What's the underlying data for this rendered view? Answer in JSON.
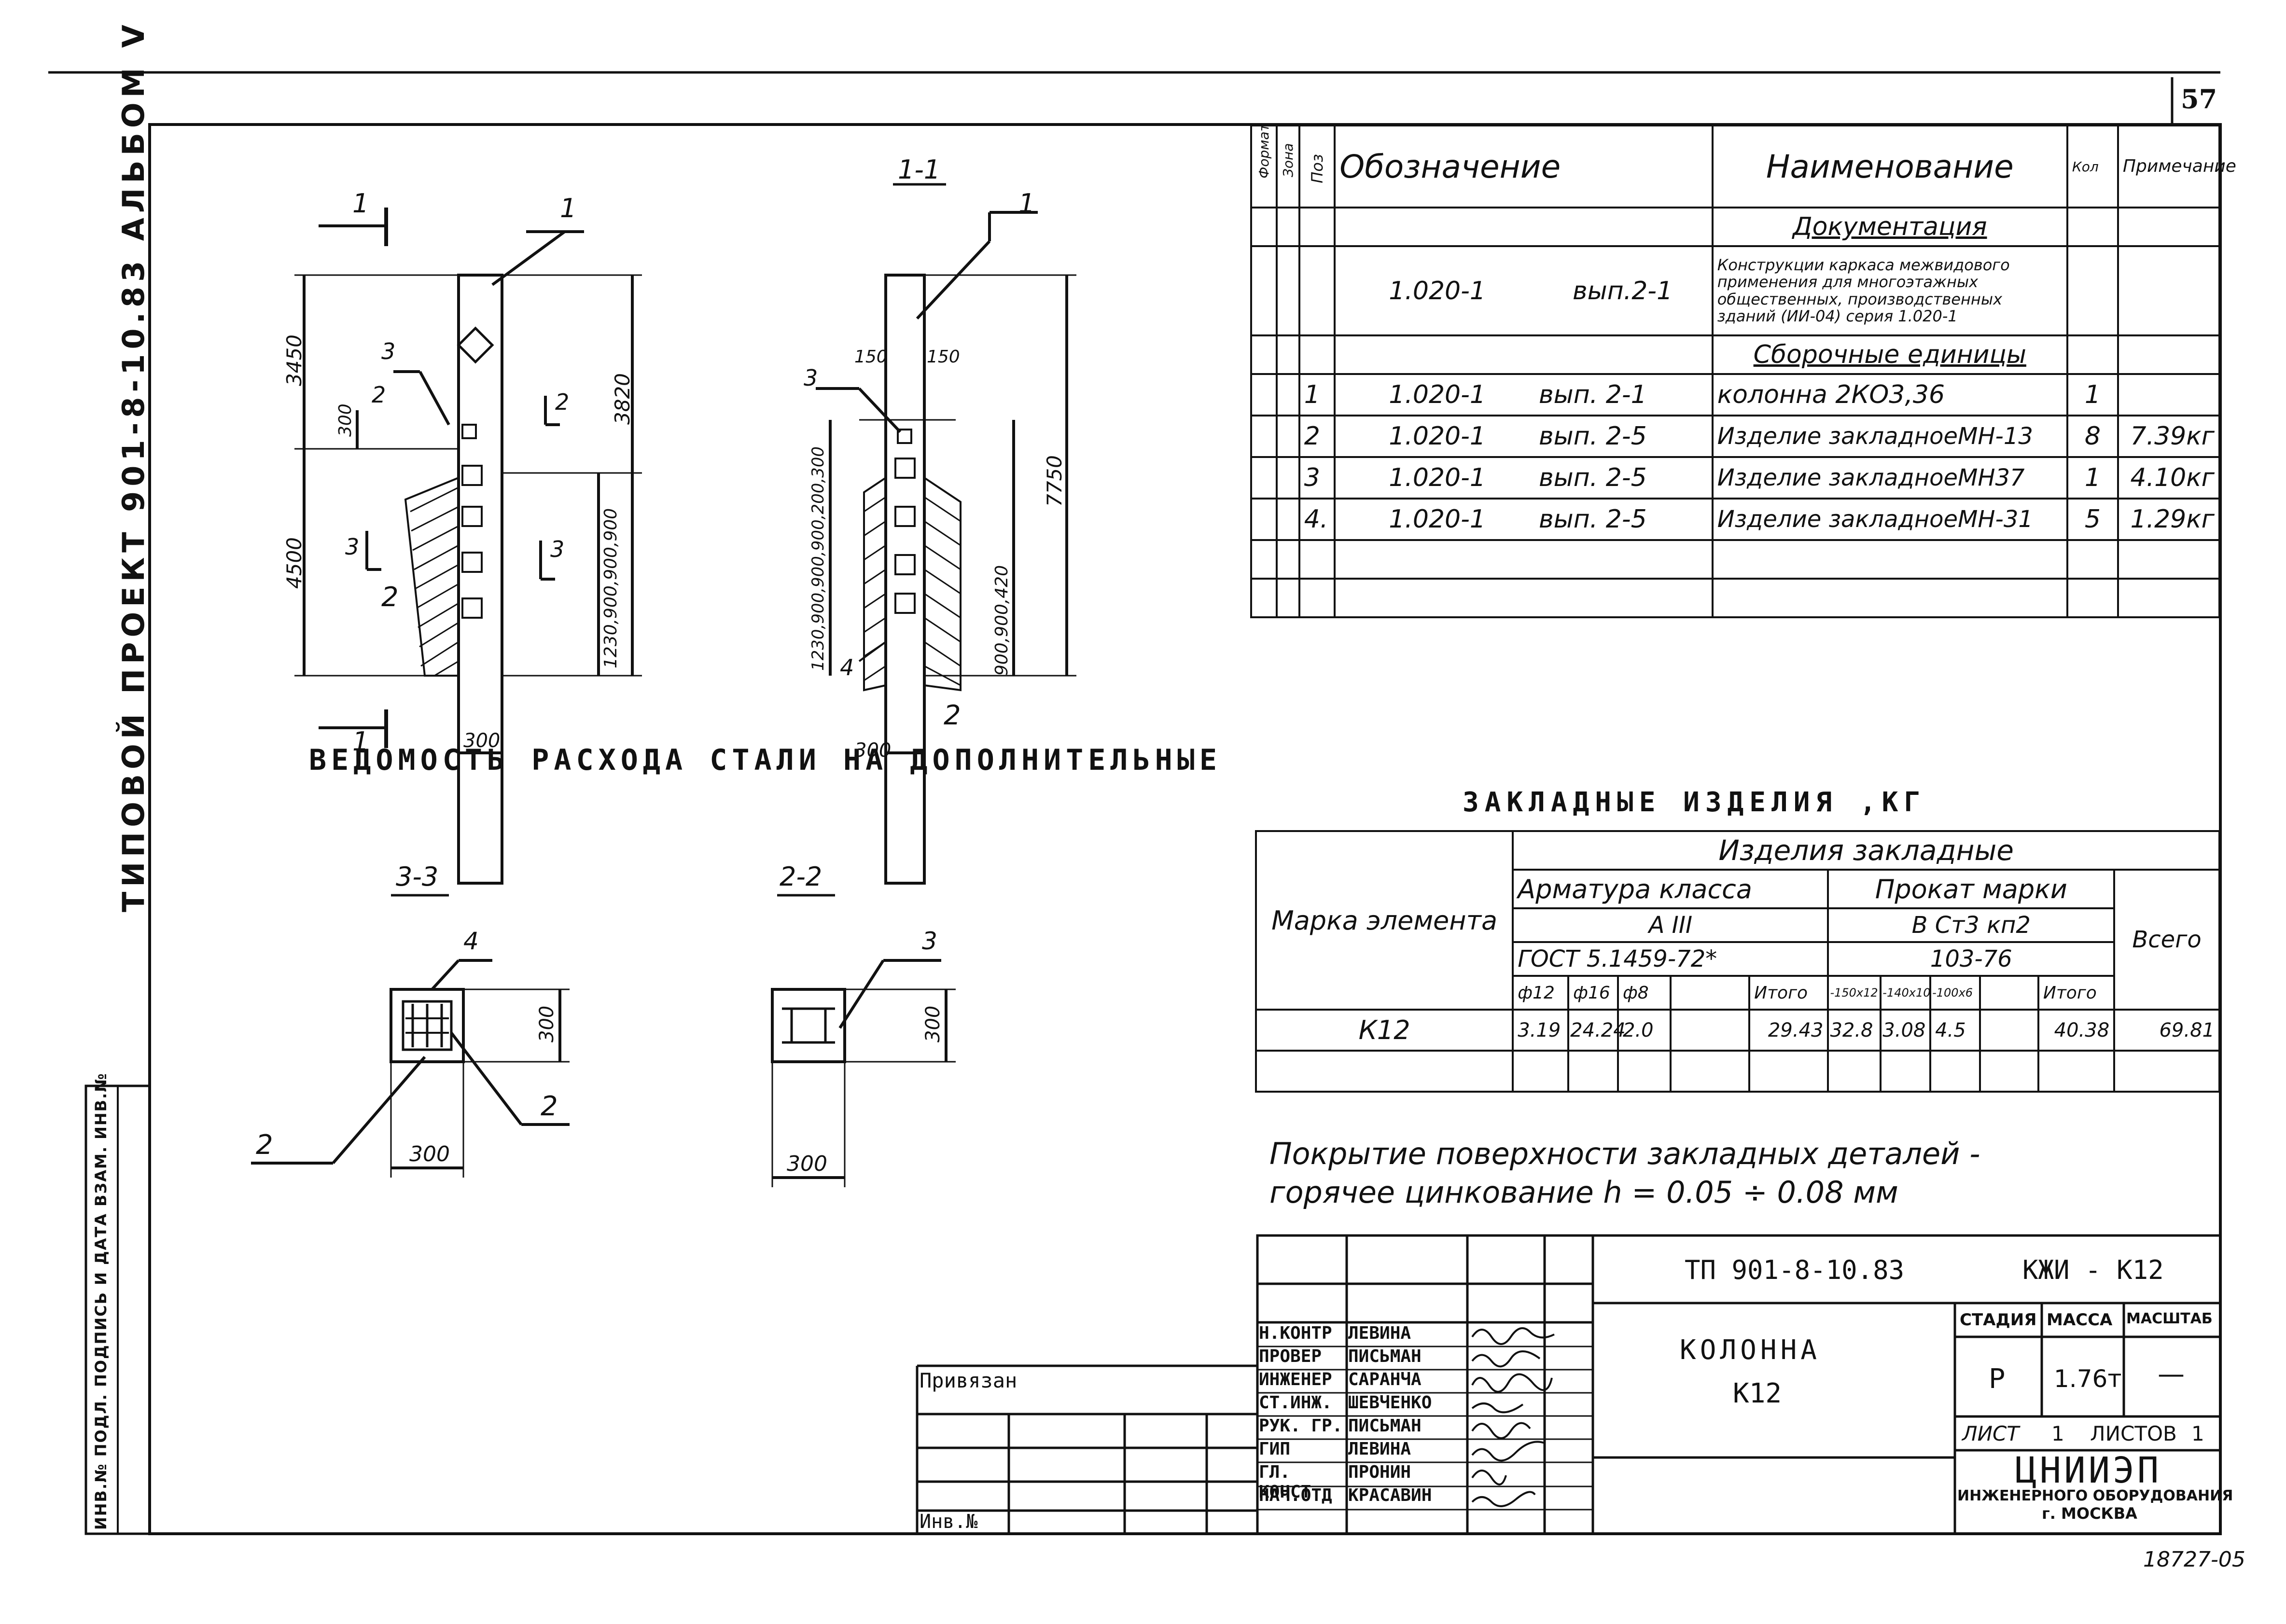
{
  "sheet": {
    "page_number": "57",
    "side_title": "ТИПОВОЙ ПРОЕКТ 901-8-10.83 АЛЬБОМ V",
    "side_stamp": "ИНВ.№ ПОДЛ.  ПОДПИСЬ И ДАТА  ВЗАМ. ИНВ.№",
    "archive_number": "18727-05"
  },
  "drawing": {
    "view_elevation": {
      "cut_1": "1",
      "leader_1": "1",
      "leader_3": "3",
      "cut_2": "2",
      "cut_3": "3",
      "mark_2": "2",
      "dim_left_top": "3450",
      "dim_left_bottom": "4500",
      "dim_300": "300",
      "dim_right_top": "3820",
      "dim_right_bottom": "1230,900,900,900",
      "dim_width": "300"
    },
    "view_1_1": {
      "title": "1-1",
      "leader_1": "1",
      "leader_3": "3",
      "dim_150a": "150",
      "dim_150b": "150",
      "dim_right_stack": "900,900,420",
      "dim_total": "7750",
      "dim_left_stack": "1230,900,900,900,200,300",
      "mark_4": "4",
      "mark_2": "2",
      "dim_width": "300"
    },
    "view_3_3": {
      "title": "3-3",
      "leader_4": "4",
      "leader_2a": "2",
      "leader_2b": "2",
      "dim_h": "300",
      "dim_w": "300"
    },
    "view_2_2": {
      "title": "2-2",
      "leader_3": "3",
      "dim_h": "300",
      "dim_w": "300"
    }
  },
  "spec": {
    "headers": [
      "Формат",
      "Зона",
      "Поз",
      "Обозначение",
      "Наименование",
      "Кол",
      "Примечание"
    ],
    "doc_section": "Документация",
    "doc_row": {
      "designation": "1.020-1",
      "issue": "вып.2-1",
      "name": "Конструкции каркаса межвидового применения для многоэтажных общественных, производственных зданий (ИИ-04) серия 1.020-1"
    },
    "assembly_section": "Сборочные единицы",
    "rows": [
      {
        "pos": "1",
        "designation": "1.020-1",
        "issue": "вып. 2-1",
        "name": "колонна 2КО3,36",
        "qty": "1",
        "note": ""
      },
      {
        "pos": "2",
        "designation": "1.020-1",
        "issue": "вып. 2-5",
        "name": "Изделие закладноеМН-13",
        "qty": "8",
        "note": "7.39кг"
      },
      {
        "pos": "3",
        "designation": "1.020-1",
        "issue": "вып. 2-5",
        "name": "Изделие закладноеМН37",
        "qty": "1",
        "note": "4.10кг"
      },
      {
        "pos": "4.",
        "designation": "1.020-1",
        "issue": "вып. 2-5",
        "name": "Изделие закладноеМН-31",
        "qty": "5",
        "note": "1.29кг"
      }
    ]
  },
  "steel": {
    "title_line1": "ВЕДОМОСТЬ РАСХОДА СТАЛИ НА ДОПОЛНИТЕЛЬНЫЕ",
    "title_line2": "ЗАКЛАДНЫЕ ИЗДЕЛИЯ ,КГ",
    "mark_header": "Марка элемента",
    "group_header": "Изделия закладные",
    "rebar_header": "Арматура класса",
    "rebar_class": "А III",
    "rebar_gost": "ГОСТ 5.1459-72*",
    "rolled_header": "Прокат марки",
    "rolled_grade": "В Ст3 кп2",
    "rolled_gost": "103-76",
    "total_header": "Всего",
    "sub_headers": [
      "ф12",
      "ф16",
      "ф8",
      "",
      "Итого",
      "-150x12",
      "-140x10",
      "-100x6",
      "",
      "Итого"
    ],
    "row": {
      "mark": "К12",
      "values": [
        "3.19",
        "24.24",
        "2.0",
        "",
        "29.43",
        "32.8",
        "3.08",
        "4.5",
        "",
        "40.38"
      ],
      "total": "69.81"
    }
  },
  "coating_note": {
    "line1": "Покрытие поверхности закладных деталей -",
    "line2": "горячее цинкование  h = 0.05 ÷ 0.08 мм"
  },
  "title_block": {
    "project_code": "ТП 901-8-10.83",
    "doc_code": "КЖИ - К12",
    "object_name": "КОЛОННА",
    "object_mark": "К12",
    "stage_label": "СТАДИЯ",
    "mass_label": "МАССА",
    "scale_label": "МАСШТАБ",
    "stage": "Р",
    "mass": "1.76т",
    "scale": "—",
    "sheet_label": "ЛИСТ",
    "sheets_label": "ЛИСТОВ",
    "sheets_count": "1",
    "org_name": "ЦНИИЭП",
    "org_sub": "ИНЖЕНЕРНОГО ОБОРУДОВАНИЯ",
    "org_city": "г. МОСКВА",
    "bound_label": "Привязан",
    "inv_label": "Инв.№",
    "roles": [
      {
        "role": "Н.КОНТР",
        "name": "ЛЕВИНА"
      },
      {
        "role": "ПРОВЕР",
        "name": "ПИСЬМАН"
      },
      {
        "role": "ИНЖЕНЕР",
        "name": "САРАНЧА"
      },
      {
        "role": "СТ.ИНЖ.",
        "name": "ШЕВЧЕНКО"
      },
      {
        "role": "РУК. ГР.",
        "name": "ПИСЬМАН"
      },
      {
        "role": "ГИП",
        "name": "ЛЕВИНА"
      },
      {
        "role": "ГЛ. КОНСТ",
        "name": "ПРОНИН"
      },
      {
        "role": "НАЧ.ОТД",
        "name": "КРАСАВИН"
      }
    ]
  }
}
